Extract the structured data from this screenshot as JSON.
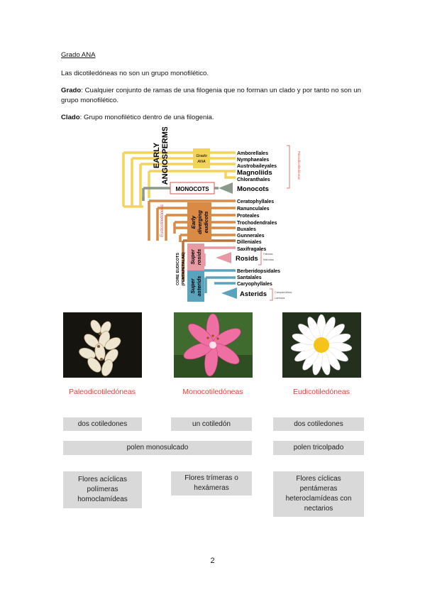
{
  "heading": "Grado ANA",
  "paragraphs": {
    "p1": "Las dicotiledóneas no son un grupo monofilético.",
    "p2_term": "Grado",
    "p2_body": ": Cualquier conjunto de ramas de una filogenia que no forman un clado y por tanto no son un grupo monofilético.",
    "p3_term": "Clado",
    "p3_body": ": Grupo monofilético dentro de una filogenia."
  },
  "tree": {
    "early_angiosperms": [
      "EARLY",
      "ANGIOSPERMS"
    ],
    "grado_ana": [
      "Grado",
      "ANA"
    ],
    "paleo_side": "Paleodicotiledóneas",
    "monocots_box": "MONOCOTS",
    "eudicot_side": "Eudicotiledóneas",
    "core_eudicots": [
      "CORE EUDICOTS",
      "(PENTAPETALAE)"
    ],
    "early_diverging": [
      "Early",
      "diverging",
      "eudicots"
    ],
    "super_rosids": [
      "Super",
      "rosids"
    ],
    "super_asterids": [
      "Super",
      "asterids"
    ],
    "rosid_notes": [
      "Fábidas",
      "Málvidas"
    ],
    "asterid_notes": [
      "Campanúlidas",
      "Lámidas"
    ],
    "taxa": [
      "Amborellales",
      "Nymphaeales",
      "Austrobaileyales",
      "Magnoliids",
      "Chloranthales",
      "Monocots",
      "Ceratophyllales",
      "Ranunculales",
      "Proteales",
      "Trochodendrales",
      "Buxales",
      "Gunnerales",
      "Dilleniales",
      "Saxifragales",
      "Rosids",
      "Berberidopsidales",
      "Santalales",
      "Caryophyllales",
      "Asterids"
    ],
    "colors": {
      "yellow": "#f3d35a",
      "grey": "#8a9a8a",
      "orange": "#d98a45",
      "brown": "#b9733a",
      "pink": "#e79aa4",
      "blue": "#5aa3bd",
      "red_note": "#d9534f"
    }
  },
  "groups": [
    {
      "name": "Paleodicotiledóneas",
      "photo": "ladder-like flower spike"
    },
    {
      "name": "Monocotiledóneas",
      "photo": "pink lily"
    },
    {
      "name": "Eudicotiledóneas",
      "photo": "white daisy"
    }
  ],
  "traits": {
    "paleo_cotyledons": "dos cotiledones",
    "mono_cotyledons": "un cotiledón",
    "eudi_cotyledons": "dos cotiledones",
    "pollen_mono": "polen monosulcado",
    "pollen_tri": "polen tricolpado",
    "paleo_flowers": [
      "Flores acíclicas",
      "polímeras",
      "homoclamídeas"
    ],
    "mono_flowers": [
      "Flores trímeras o",
      "hexámeras"
    ],
    "eudi_flowers": [
      "Flores cíclicas",
      "pentámeras",
      "heteroclamídeas con",
      "nectarios"
    ]
  },
  "page_number": "2"
}
